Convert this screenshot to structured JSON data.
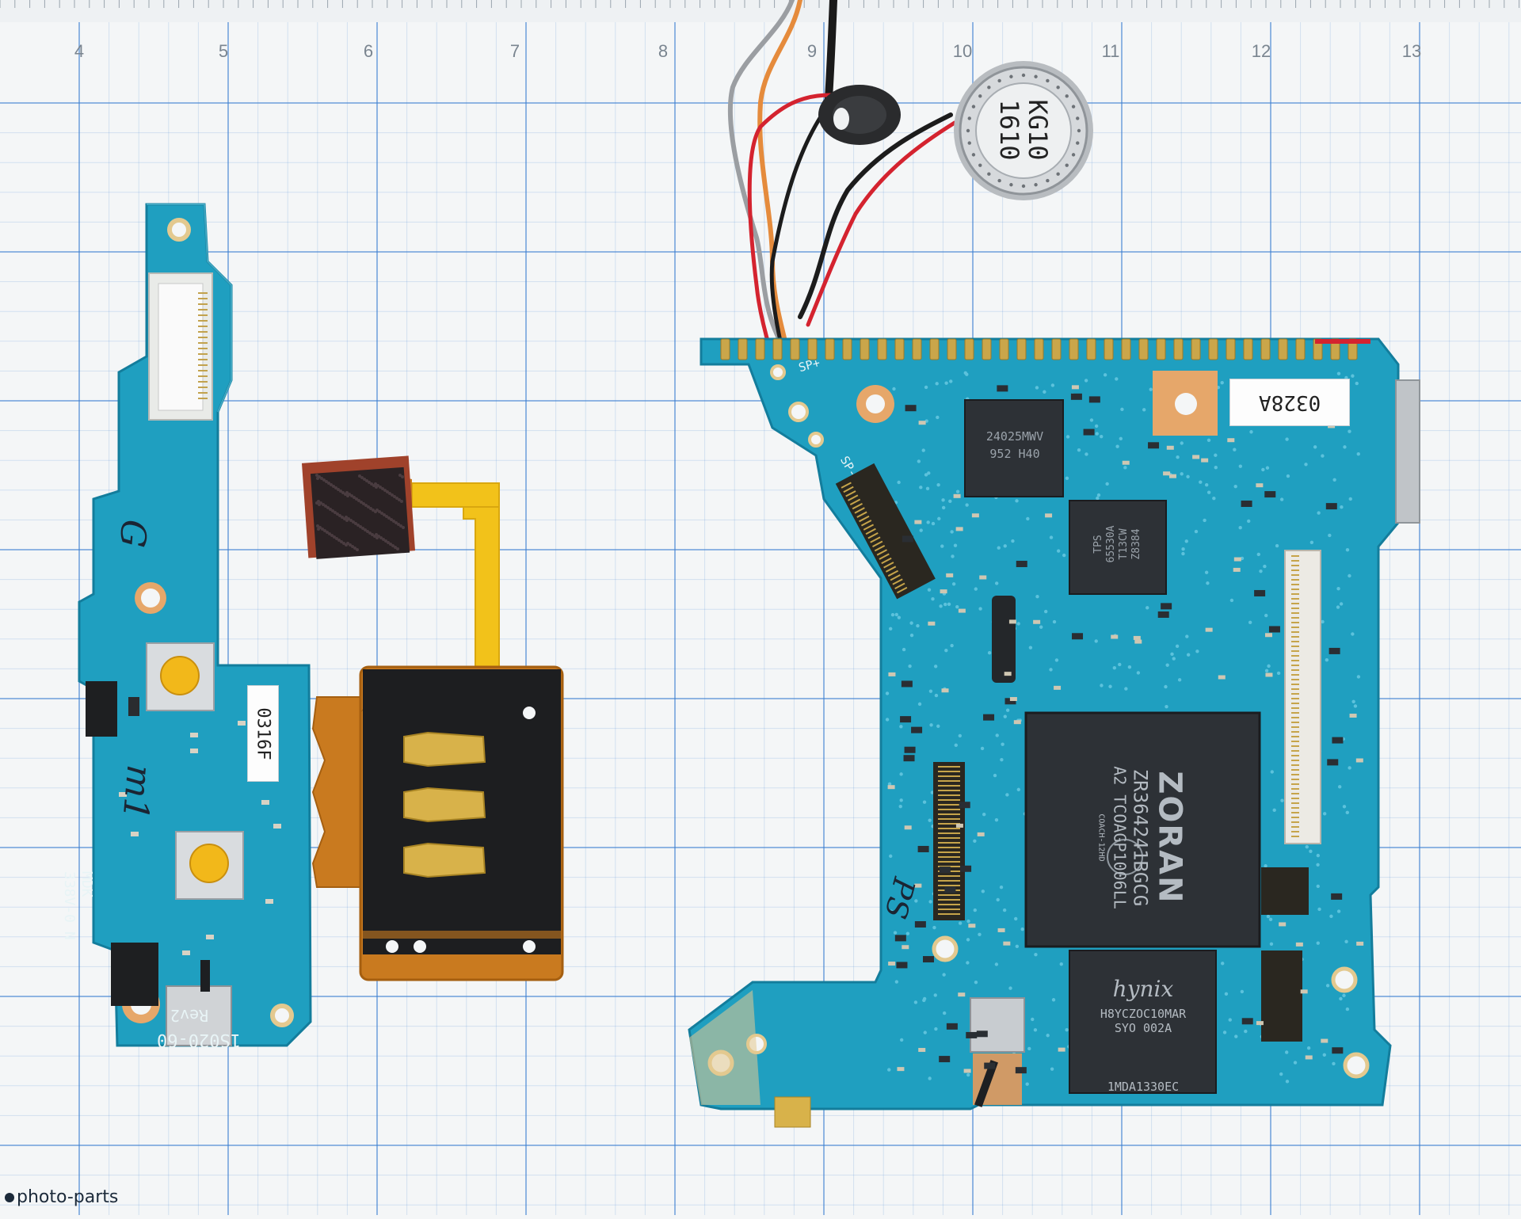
{
  "ruler": {
    "numbers": [
      "4",
      "5",
      "6",
      "7",
      "8",
      "9",
      "10",
      "11",
      "12",
      "13"
    ]
  },
  "watermark": {
    "text": "photo-parts"
  },
  "left_board": {
    "label": "0316F",
    "silkscreen_model": "MDK\n338V-0 N",
    "silkscreen_part": "1S020-60",
    "silkscreen_rev": "Rev2",
    "handwriting_top": "G",
    "handwriting_mid": "m1"
  },
  "main_board": {
    "label": "0328A",
    "silk_sp_plus": "SP+",
    "silk_sp_minus": "SP-",
    "handwriting": "PS",
    "chip_tl": [
      "24025MWV",
      "952 H40"
    ],
    "chip_tps": [
      "TPS",
      "65530A",
      "T13CW",
      "Z8384"
    ],
    "chip_zoran_brand": "ZORAN",
    "chip_zoran_lines": [
      "ZR364241BGCG",
      "A2 TCOAGP1006LL"
    ],
    "chip_zoran_coach": "COACH-12HD",
    "chip_hynix_brand": "hynix",
    "chip_hynix_lines": [
      "H8YCZOC10MAR",
      "SYO 002A"
    ],
    "chip_hynix_bottom": "1MDA1330EC"
  },
  "speaker": {
    "marking": [
      "KG10",
      "1610"
    ]
  },
  "colors": {
    "pcb": "#1f9fc0",
    "pcb_dark": "#137d9c",
    "flex": "#c97a1f",
    "flex_yellow": "#f2c21a",
    "gold": "#d8b24a",
    "grid_line": "#3c7fd1",
    "chip": "#2d3136"
  }
}
